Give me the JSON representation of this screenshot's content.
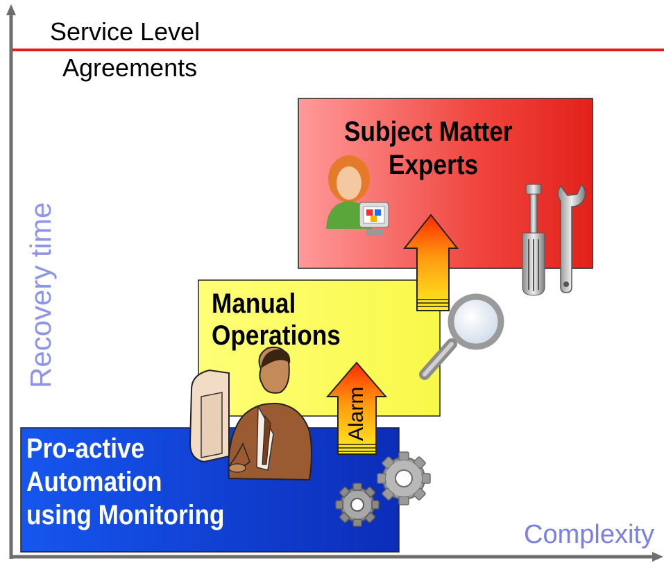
{
  "sla": {
    "line1": "Service Level",
    "line2": "Agreements"
  },
  "axes": {
    "y_label": "Recovery time",
    "x_label": "Complexity"
  },
  "tiers": {
    "sme": {
      "line1": "Subject Matter",
      "line2": "Experts"
    },
    "manual": {
      "line1": "Manual",
      "line2": "Operations"
    },
    "proactive": {
      "line1": "Pro-active",
      "line2": "Automation",
      "line3": "using Monitoring"
    }
  },
  "alarm_label": "Alarm",
  "icons": [
    "user-computer-icon",
    "screwdriver-icon",
    "wrench-icon",
    "magnifier-icon",
    "person-at-computer-icon",
    "gears-icon"
  ],
  "colors": {
    "sla_line": "#e41b1b",
    "sme_box": "#f04a40",
    "manual_box": "#ffff40",
    "proactive_box": "#1a47e6",
    "axis_label": "#8f95e6"
  }
}
